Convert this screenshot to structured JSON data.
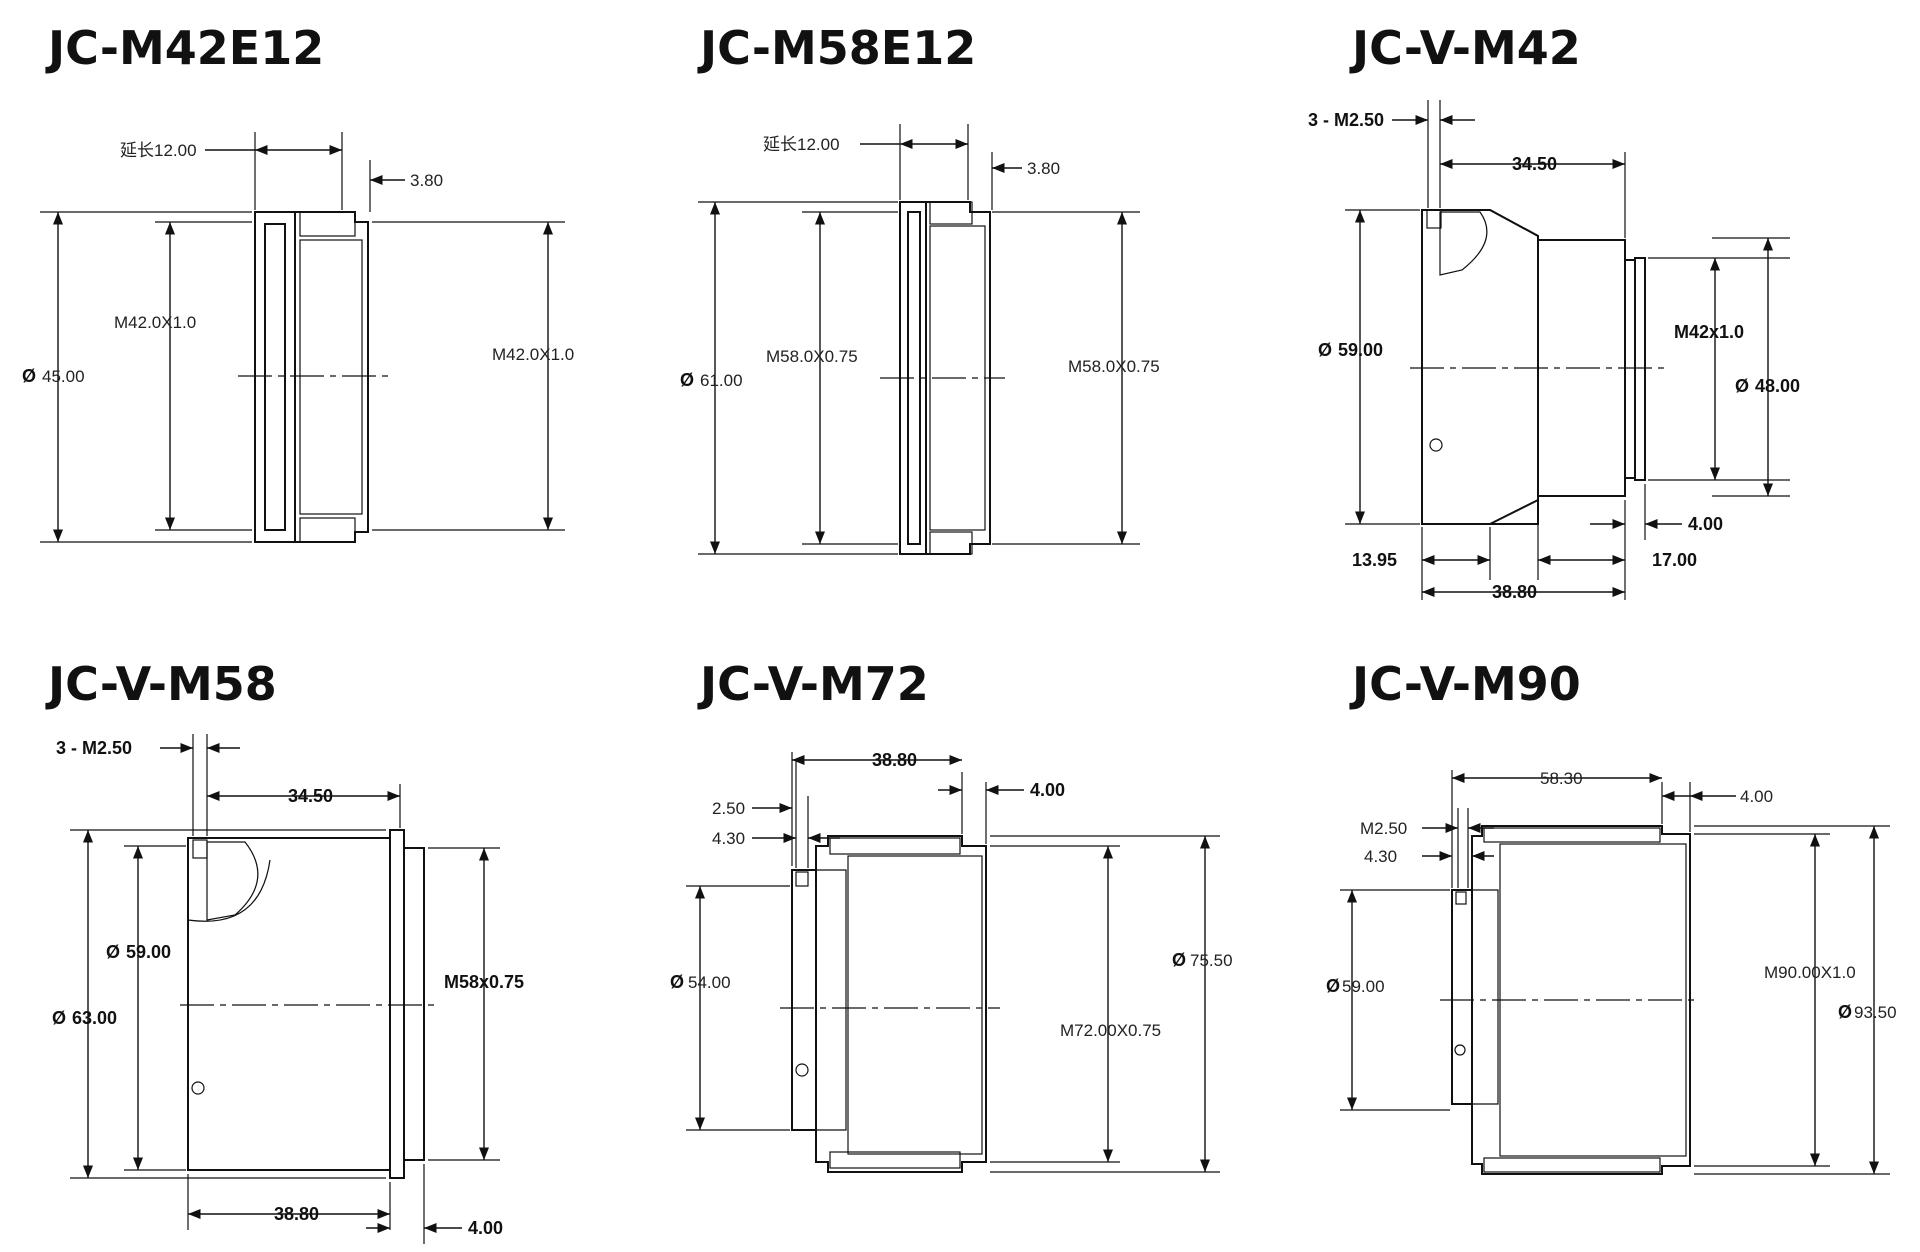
{
  "drawings": [
    {
      "id": "jc-m42e12",
      "title": "JC-M42E12",
      "dims": {
        "ext": "延长12.00",
        "d380": "3.80",
        "m_left": "M42.0X1.0",
        "m_right": "M42.0X1.0",
        "dia": "45.00"
      }
    },
    {
      "id": "jc-m58e12",
      "title": "JC-M58E12",
      "dims": {
        "ext": "延长12.00",
        "d380": "3.80",
        "m_left": "M58.0X0.75",
        "m_right": "M58.0X0.75",
        "dia": "61.00"
      }
    },
    {
      "id": "jc-v-m42",
      "title": "JC-V-M42",
      "dims": {
        "screw": "3 - M2.50",
        "d3450": "34.50",
        "dia59": "59.00",
        "thread": "M42x1.0",
        "dia48": "48.00",
        "d400": "4.00",
        "d1395": "13.95",
        "d1700": "17.00",
        "d3880": "38.80"
      }
    },
    {
      "id": "jc-v-m58",
      "title": "JC-V-M58",
      "dims": {
        "screw": "3 - M2.50",
        "d3450": "34.50",
        "dia59": "59.00",
        "dia63": "63.00",
        "thread": "M58x0.75",
        "d3880": "38.80",
        "d400": "4.00"
      }
    },
    {
      "id": "jc-v-m72",
      "title": "JC-V-M72",
      "dims": {
        "d3880": "38.80",
        "d400": "4.00",
        "d250": "2.50",
        "d430": "4.30",
        "dia54": "54.00",
        "thread": "M72.00X0.75",
        "dia75": "75.50"
      }
    },
    {
      "id": "jc-v-m90",
      "title": "JC-V-M90",
      "dims": {
        "d5830": "58.30",
        "d400": "4.00",
        "m250": "M2.50",
        "d430": "4.30",
        "dia59": "59.00",
        "thread": "M90.00X1.0",
        "dia93": "93.50"
      }
    }
  ],
  "symbols": {
    "diameter": "Ø"
  },
  "icons": [
    "arrow-head",
    "screw-hole-icon",
    "hatch-pattern"
  ]
}
